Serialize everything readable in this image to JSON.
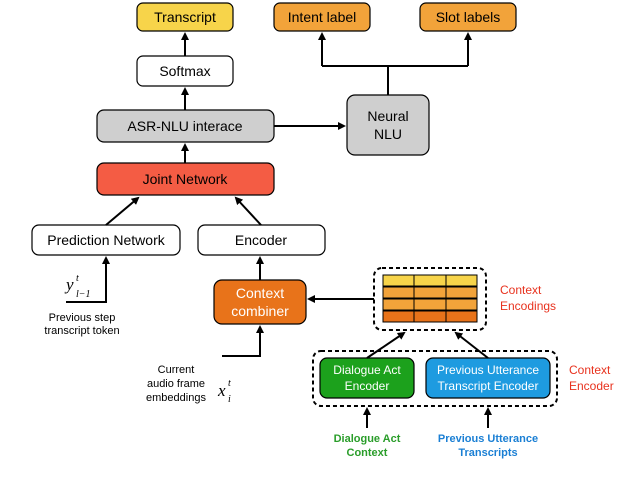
{
  "nodes": {
    "transcript": "Transcript",
    "intent_label": "Intent label",
    "slot_labels": "Slot labels",
    "softmax": "Softmax",
    "asr_nlu": "ASR-NLU interace",
    "neural_nlu_line1": "Neural",
    "neural_nlu_line2": "NLU",
    "joint_network": "Joint Network",
    "prediction_network": "Prediction Network",
    "encoder": "Encoder",
    "context_combiner_line1": "Context",
    "context_combiner_line2": "combiner",
    "dialogue_act_encoder_line1": "Dialogue Act",
    "dialogue_act_encoder_line2": "Encoder",
    "prev_utt_encoder_line1": "Previous Utterance",
    "prev_utt_encoder_line2": "Transcript Encoder"
  },
  "labels": {
    "context_encodings_line1": "Context",
    "context_encodings_line2": "Encodings",
    "context_encoder_line1": "Context",
    "context_encoder_line2": "Encoder",
    "prev_step_line1": "Previous step",
    "prev_step_line2": "transcript token",
    "current_line1": "Current",
    "current_line2": "audio frame",
    "current_line3": "embeddings",
    "dialogue_act_ctx_line1": "Dialogue Act",
    "dialogue_act_ctx_line2": "Context",
    "prev_utt_transcripts_line1": "Previous Utterance",
    "prev_utt_transcripts_line2": "Transcripts",
    "y_symbol": "y",
    "y_sup": "t",
    "y_sub": "l−1",
    "x_symbol": "x",
    "x_sup": "t",
    "x_sub": "i"
  },
  "colors": {
    "yellow": "#f7d44a",
    "orange": "#f2a33a",
    "gray": "#cfcfcf",
    "red": "#f45c44",
    "combiner": "#e8731a",
    "green": "#1ca11c",
    "blue": "#1e9be0",
    "context_red": "#e8321e",
    "ctx_green_text": "#2a9d2a",
    "ctx_blue_text": "#1a7fd4"
  }
}
